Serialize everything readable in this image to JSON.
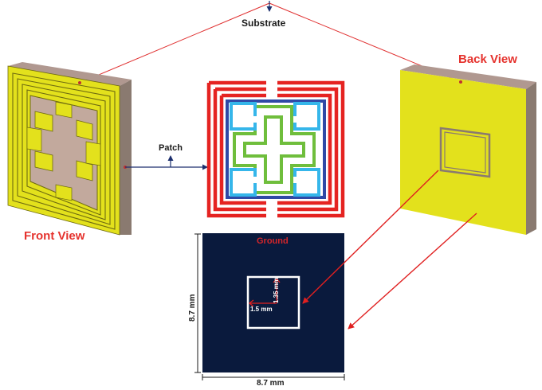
{
  "labels": {
    "substrate": "Substrate",
    "back_view": "Back View",
    "patch": "Patch",
    "front_view": "Front View",
    "ground": "Ground",
    "slot_height": "1.35 mm",
    "slot_width": "1.5 mm",
    "side_height": "8.7 mm",
    "side_width": "8.7 mm"
  },
  "colors": {
    "copper_yellow": "#e3e11c",
    "substrate_tan": "#c2a99d",
    "substrate_side": "#8a7a70",
    "outer_ring_red": "#e52321",
    "inner_ring_blue": "#2f49a6",
    "patch_green": "#6fbe3c",
    "patch_cyan": "#35b6ea",
    "ground_navy": "#0a1a3d",
    "arrow_red": "#e02020",
    "arrow_navy": "#1c2f6e",
    "text_red": "#e5322d"
  }
}
